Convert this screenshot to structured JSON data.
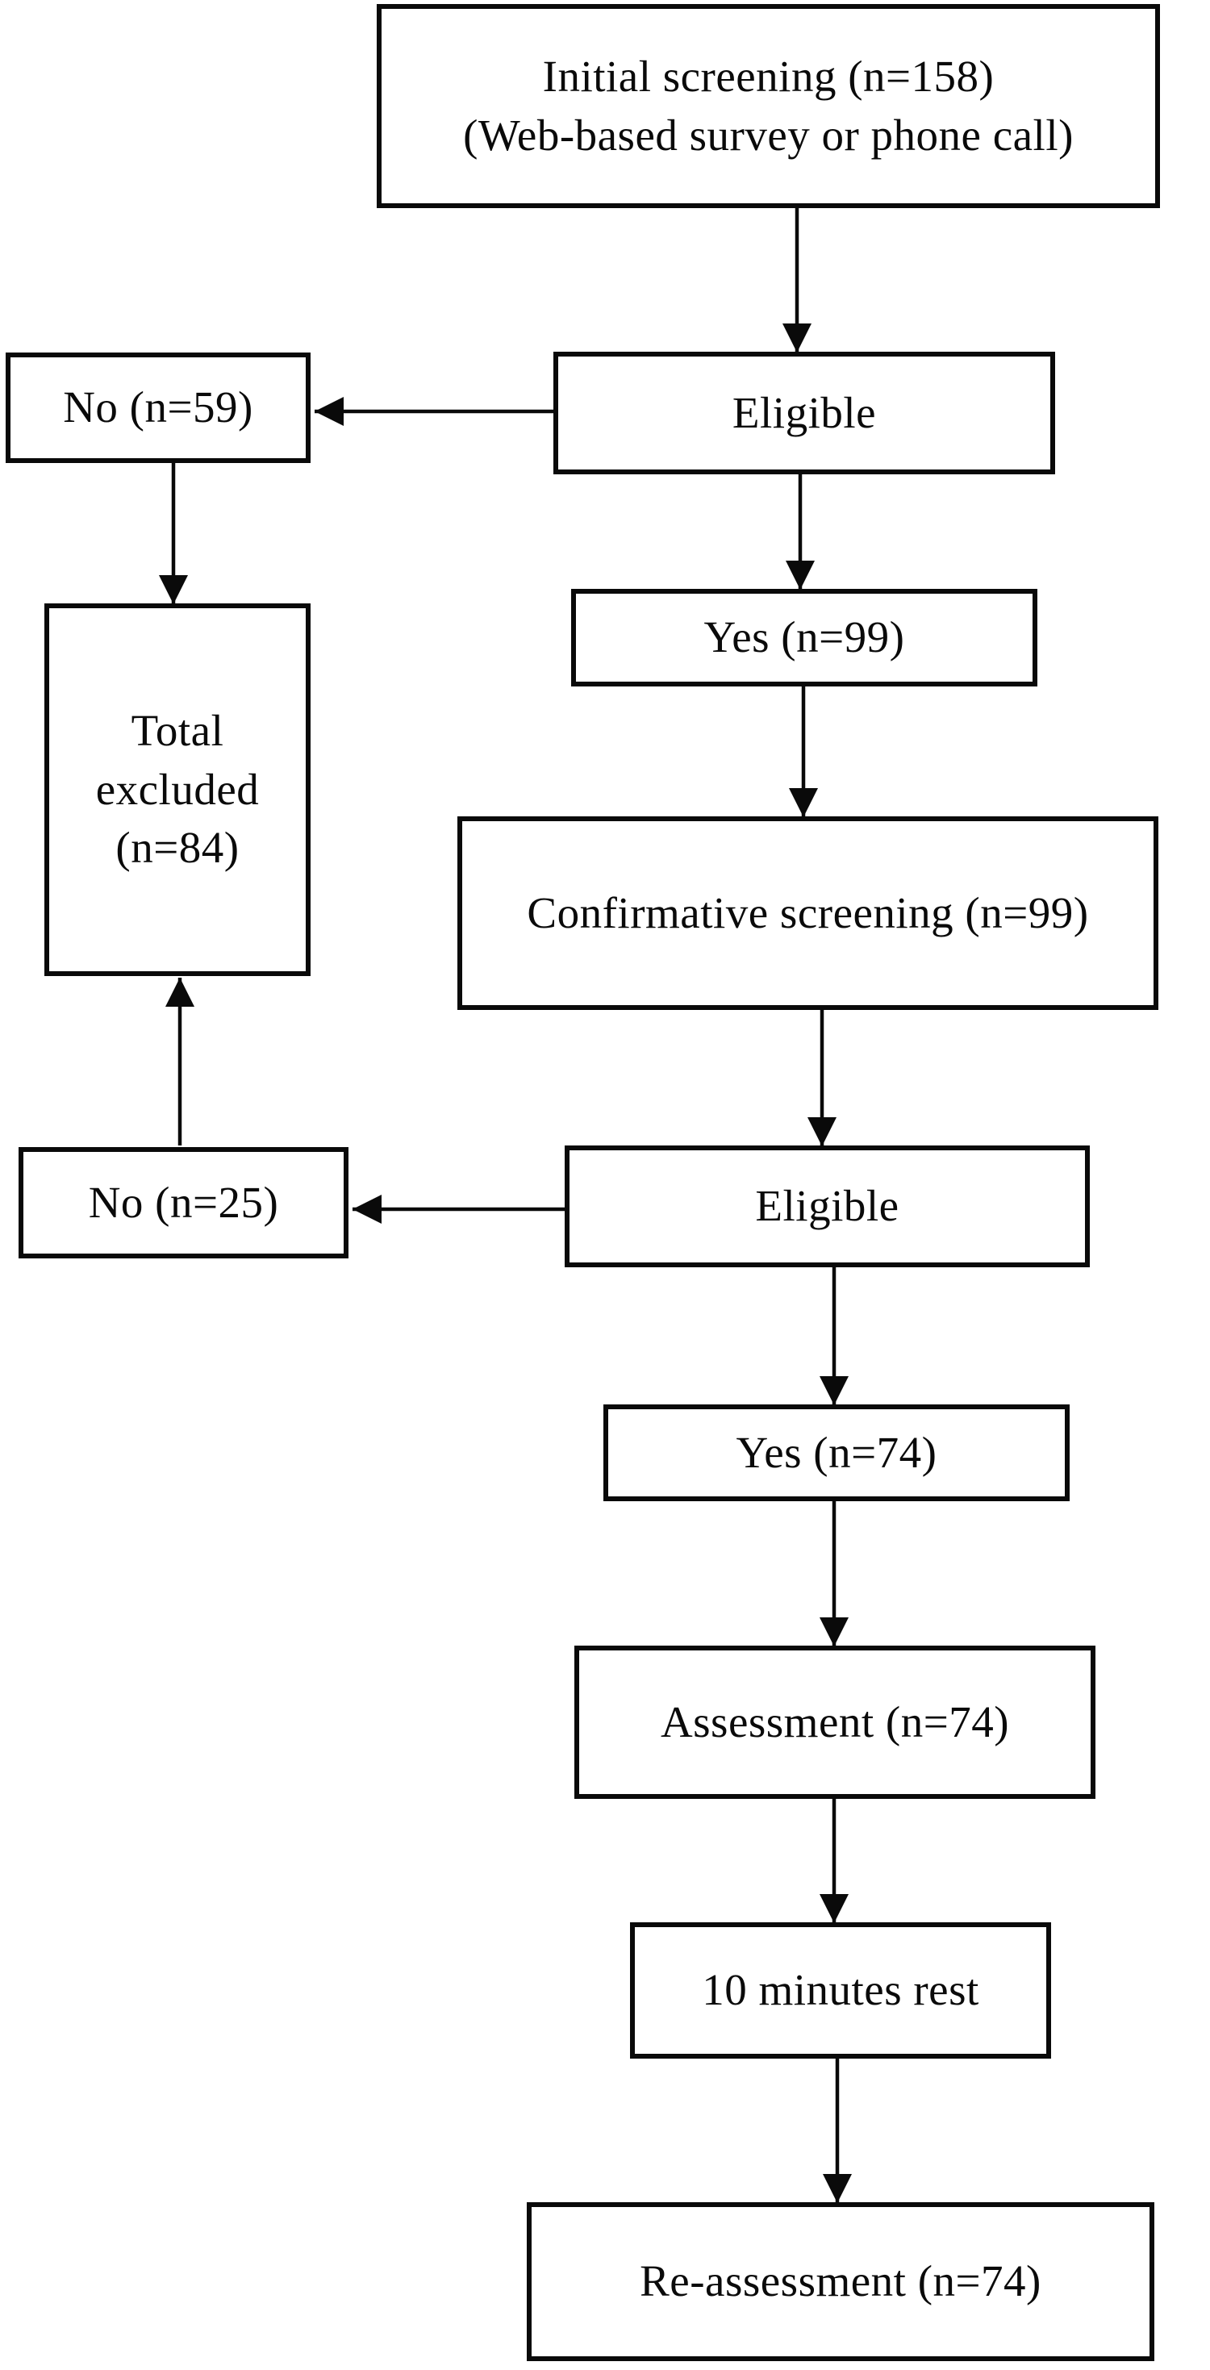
{
  "diagram": {
    "type": "flowchart",
    "background_color": "#ffffff",
    "box_border_color": "#0a0a0a",
    "arrow_color": "#0a0a0a",
    "nodes": [
      {
        "id": "initial-screening",
        "lines": [
          "Initial screening (n=158)",
          "(Web-based survey or phone call)"
        ]
      },
      {
        "id": "eligible-1",
        "lines": [
          "Eligible"
        ]
      },
      {
        "id": "no-59",
        "lines": [
          "No (n=59)"
        ]
      },
      {
        "id": "yes-99",
        "lines": [
          "Yes (n=99)"
        ]
      },
      {
        "id": "confirmative-screening",
        "lines": [
          "Confirmative screening (n=99)"
        ]
      },
      {
        "id": "total-excluded",
        "lines": [
          "Total",
          "excluded",
          "(n=84)"
        ]
      },
      {
        "id": "no-25",
        "lines": [
          "No (n=25)"
        ]
      },
      {
        "id": "eligible-2",
        "lines": [
          "Eligible"
        ]
      },
      {
        "id": "yes-74",
        "lines": [
          "Yes (n=74)"
        ]
      },
      {
        "id": "assessment",
        "lines": [
          "Assessment (n=74)"
        ]
      },
      {
        "id": "ten-minutes-rest",
        "lines": [
          "10 minutes rest"
        ]
      },
      {
        "id": "re-assessment",
        "lines": [
          "Re-assessment (n=74)"
        ]
      }
    ],
    "edges": [
      {
        "from": "initial-screening",
        "to": "eligible-1",
        "direction": "down"
      },
      {
        "from": "eligible-1",
        "to": "no-59",
        "direction": "left"
      },
      {
        "from": "eligible-1",
        "to": "yes-99",
        "direction": "down"
      },
      {
        "from": "yes-99",
        "to": "confirmative-screening",
        "direction": "down"
      },
      {
        "from": "no-59",
        "to": "total-excluded",
        "direction": "down"
      },
      {
        "from": "confirmative-screening",
        "to": "eligible-2",
        "direction": "down"
      },
      {
        "from": "eligible-2",
        "to": "no-25",
        "direction": "left"
      },
      {
        "from": "no-25",
        "to": "total-excluded",
        "direction": "up"
      },
      {
        "from": "eligible-2",
        "to": "yes-74",
        "direction": "down"
      },
      {
        "from": "yes-74",
        "to": "assessment",
        "direction": "down"
      },
      {
        "from": "assessment",
        "to": "ten-minutes-rest",
        "direction": "down"
      },
      {
        "from": "ten-minutes-rest",
        "to": "re-assessment",
        "direction": "down"
      }
    ]
  }
}
